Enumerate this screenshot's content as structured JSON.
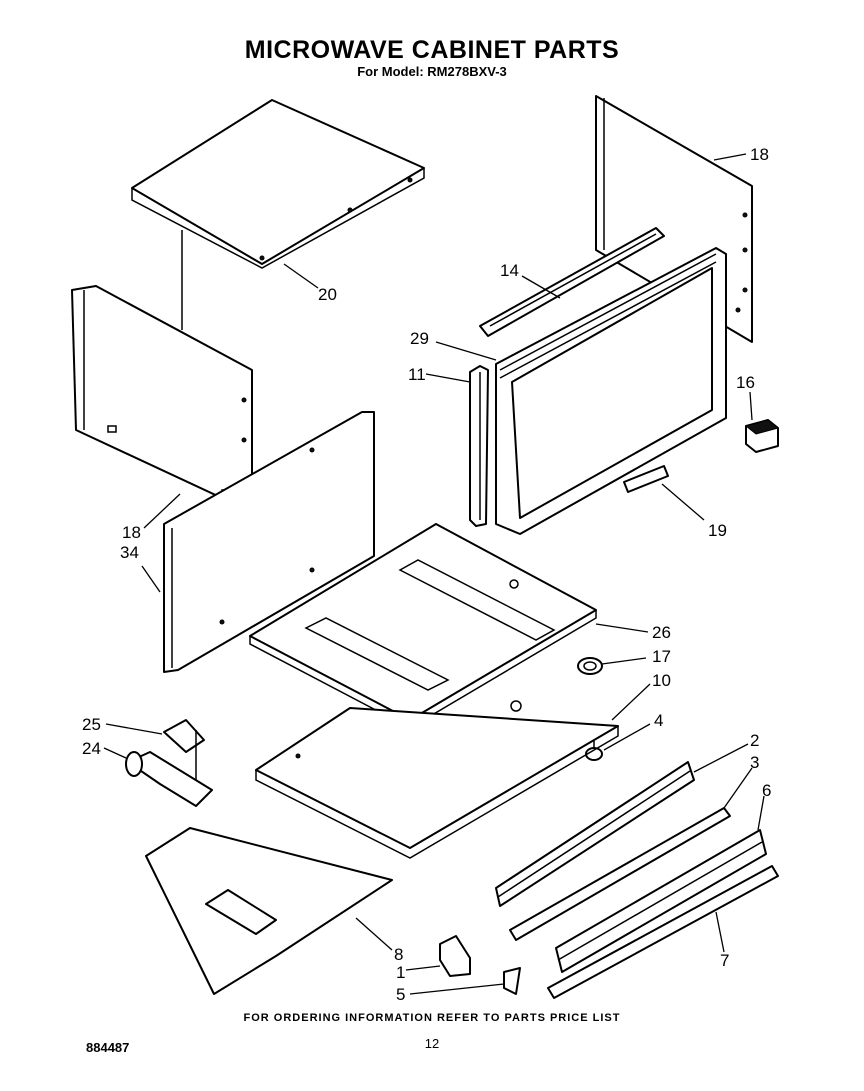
{
  "header": {
    "title": "MICROWAVE CABINET PARTS",
    "subtitle": "For Model: RM278BXV-3"
  },
  "callouts": {
    "c18a": "18",
    "c20": "20",
    "c14": "14",
    "c29": "29",
    "c11": "11",
    "c16": "16",
    "c18b": "18",
    "c34": "34",
    "c19": "19",
    "c26": "26",
    "c17": "17",
    "c10": "10",
    "c25": "25",
    "c24": "24",
    "c4": "4",
    "c2": "2",
    "c3": "3",
    "c6": "6",
    "c8": "8",
    "c1": "1",
    "c5": "5",
    "c7": "7"
  },
  "footer": {
    "note": "FOR ORDERING INFORMATION REFER TO PARTS PRICE LIST",
    "doc_number": "884487",
    "page_number": "12"
  }
}
